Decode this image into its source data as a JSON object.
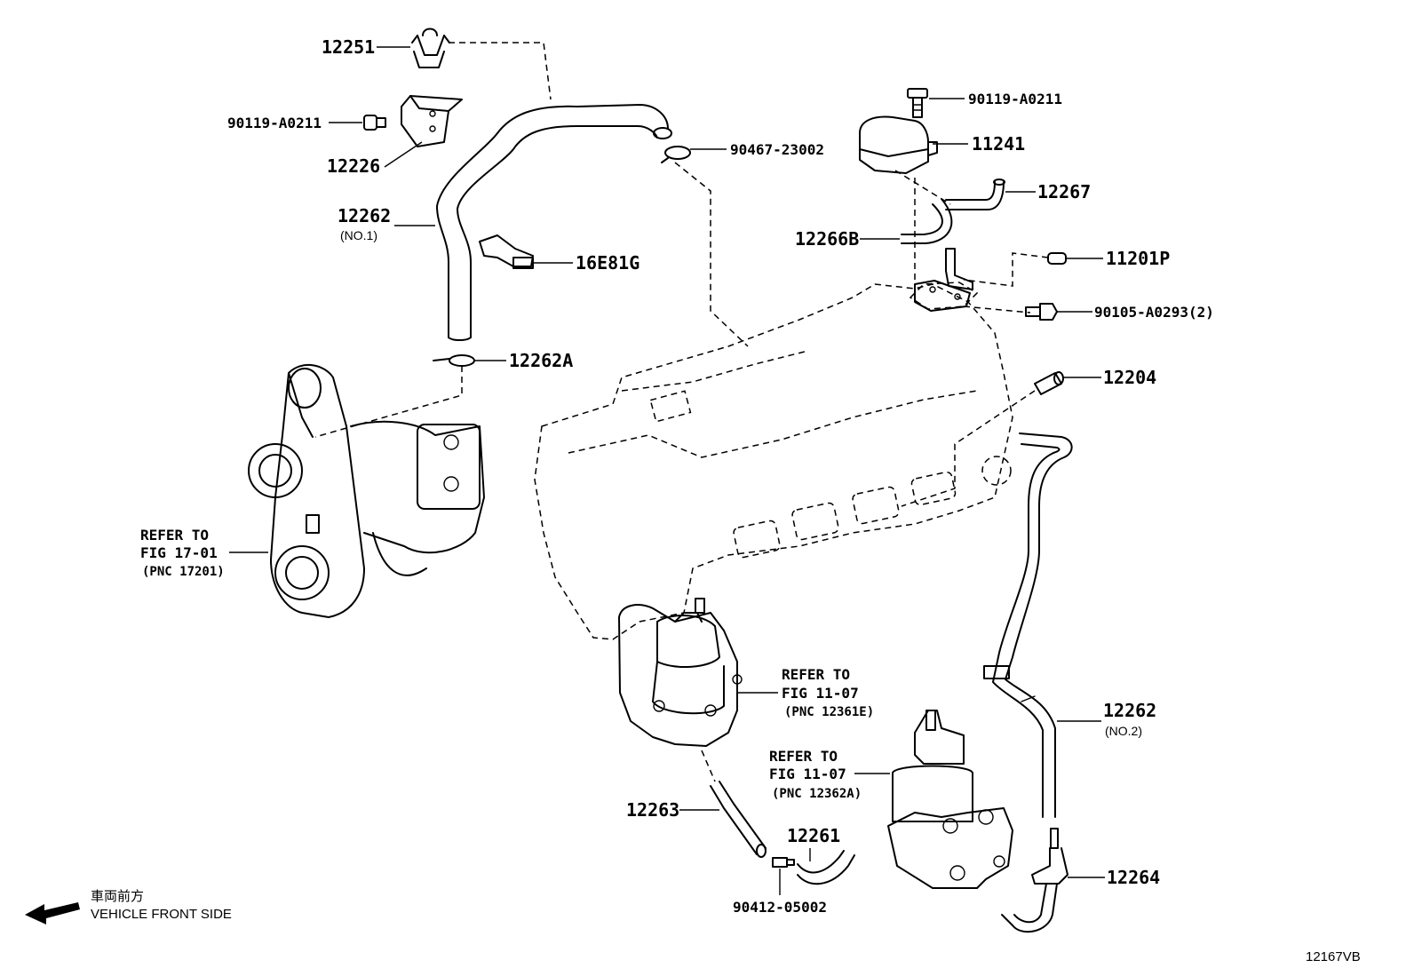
{
  "labels": {
    "p12251": "12251",
    "p90119a": "90119-A0211",
    "p12226": "12226",
    "p12262no1": "12262",
    "p12262no1_sub": "(NO.1)",
    "p16e81g": "16E81G",
    "p12262a": "12262A",
    "p90467": "90467-23002",
    "p90119b": "90119-A0211",
    "p11241": "11241",
    "p12267": "12267",
    "p12266b": "12266B",
    "p11201p": "11201P",
    "p90105": "90105-A0293(2)",
    "p12204": "12204",
    "refer1_l1": "REFER TO",
    "refer1_l2": "FIG 17-01",
    "refer1_l3": "(PNC 17201)",
    "refer2_l1": "REFER TO",
    "refer2_l2": "FIG 11-07",
    "refer2_l3": "(PNC 12361E)",
    "refer3_l1": "REFER TO",
    "refer3_l2": "FIG 11-07",
    "refer3_l3": "(PNC 12362A)",
    "p12262no2": "12262",
    "p12262no2_sub": "(NO.2)",
    "p12263": "12263",
    "p12261": "12261",
    "p90412": "90412-05002",
    "p12264": "12264"
  },
  "legend": {
    "jp": "車両前方",
    "en": "VEHICLE FRONT SIDE"
  },
  "figure_code": "12167VB",
  "icons": {
    "front_arrow": "arrow-left-icon"
  }
}
